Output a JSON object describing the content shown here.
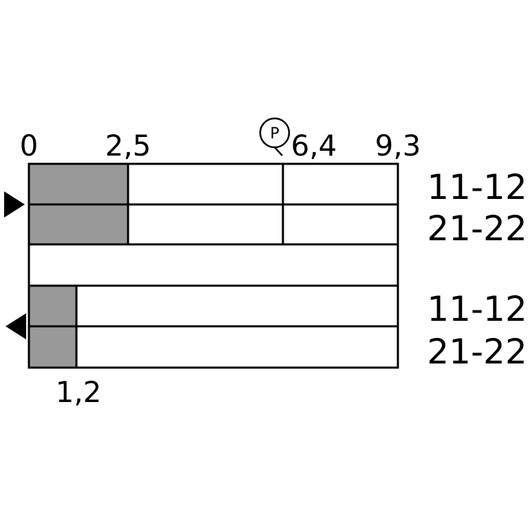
{
  "scale": {
    "labels": [
      "0",
      "2,5",
      "6,4",
      "9,3"
    ],
    "lower_label": "1,2",
    "p_marker": "P"
  },
  "contacts": {
    "upper": [
      "11-12",
      "21-22"
    ],
    "lower": [
      "11-12",
      "21-22"
    ]
  },
  "colors": {
    "closed_fill": "#999999",
    "line": "#000000",
    "background": "#ffffff"
  },
  "icons": {
    "upper_arrow": "triangle-right-icon",
    "lower_arrow": "triangle-left-icon"
  }
}
